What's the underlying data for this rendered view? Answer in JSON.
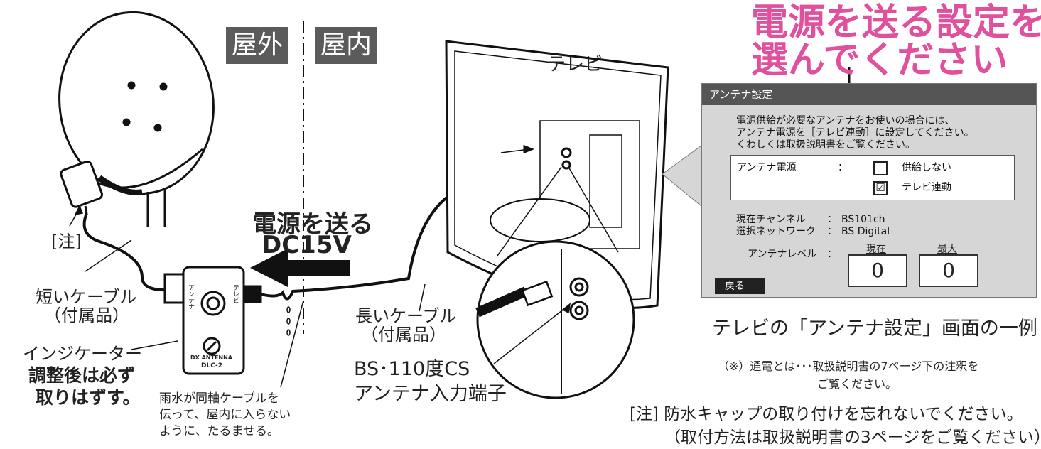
{
  "labels": {
    "outdoor": "屋外",
    "indoor": "屋内",
    "tv": "テレビ",
    "note_mark": "[注]",
    "short_cable": "短いケーブル",
    "short_cable_note": "（付属品）",
    "indicator": "インジケーター",
    "adjust_note_1": "調整後は必ず",
    "adjust_note_2": "取りはずす。",
    "rain_note_1": "雨水が同軸ケーブルを",
    "rain_note_2": "伝って、屋内に入らない",
    "rain_note_3": "ように、たるませる。",
    "power_send_1": "電源を送る",
    "power_send_2": "DC15V",
    "long_cable": "長いケーブル",
    "long_cable_note": "（付属品）",
    "input_terminal_1": "BS･110度CS",
    "input_terminal_2": "アンテナ入力端子",
    "device_brand": "DX ANTENNA",
    "device_model": "DLC-2",
    "device_side_left": "アンテナ",
    "device_side_right": "テレビ"
  },
  "headline": {
    "line1": "電源を送る設定を",
    "line2": "選んでください"
  },
  "screen": {
    "title": "アンテナ設定",
    "message_1": "電源供給が必要なアンテナをお使いの場合には、",
    "message_2": "アンテナ電源を［テレビ連動］に設定してください。",
    "message_3": "くわしくは取扱説明書をご覧ください。",
    "power_label": "アンテナ電源",
    "colon": "：",
    "option_off": "供給しない",
    "option_on": "テレビ連動",
    "channel_label": "現在チャンネル",
    "channel_value": "BS101ch",
    "network_label": "選択ネットワーク",
    "network_value": "BS Digital",
    "level_label": "アンテナレベル",
    "level_current_label": "現在",
    "level_current_value": "0",
    "level_max_label": "最大",
    "level_max_value": "0",
    "back_label": "戻る",
    "check_mark": "☑"
  },
  "caption": "テレビの「アンテナ設定」画面の一例",
  "footnote_1": "（※）通電とは･･･取扱説明書の7ページ下の注釈を",
  "footnote_2": "ご覧ください。",
  "warning_1": "[注] 防水キャップの取り付けを忘れないでください。",
  "warning_2": "（取付方法は取扱説明書の3ページをご覧ください）",
  "colors": {
    "accent_pink": "#e0509c",
    "panel_gray": "#d6d6d6",
    "tag_gray": "#5b5b5b"
  }
}
